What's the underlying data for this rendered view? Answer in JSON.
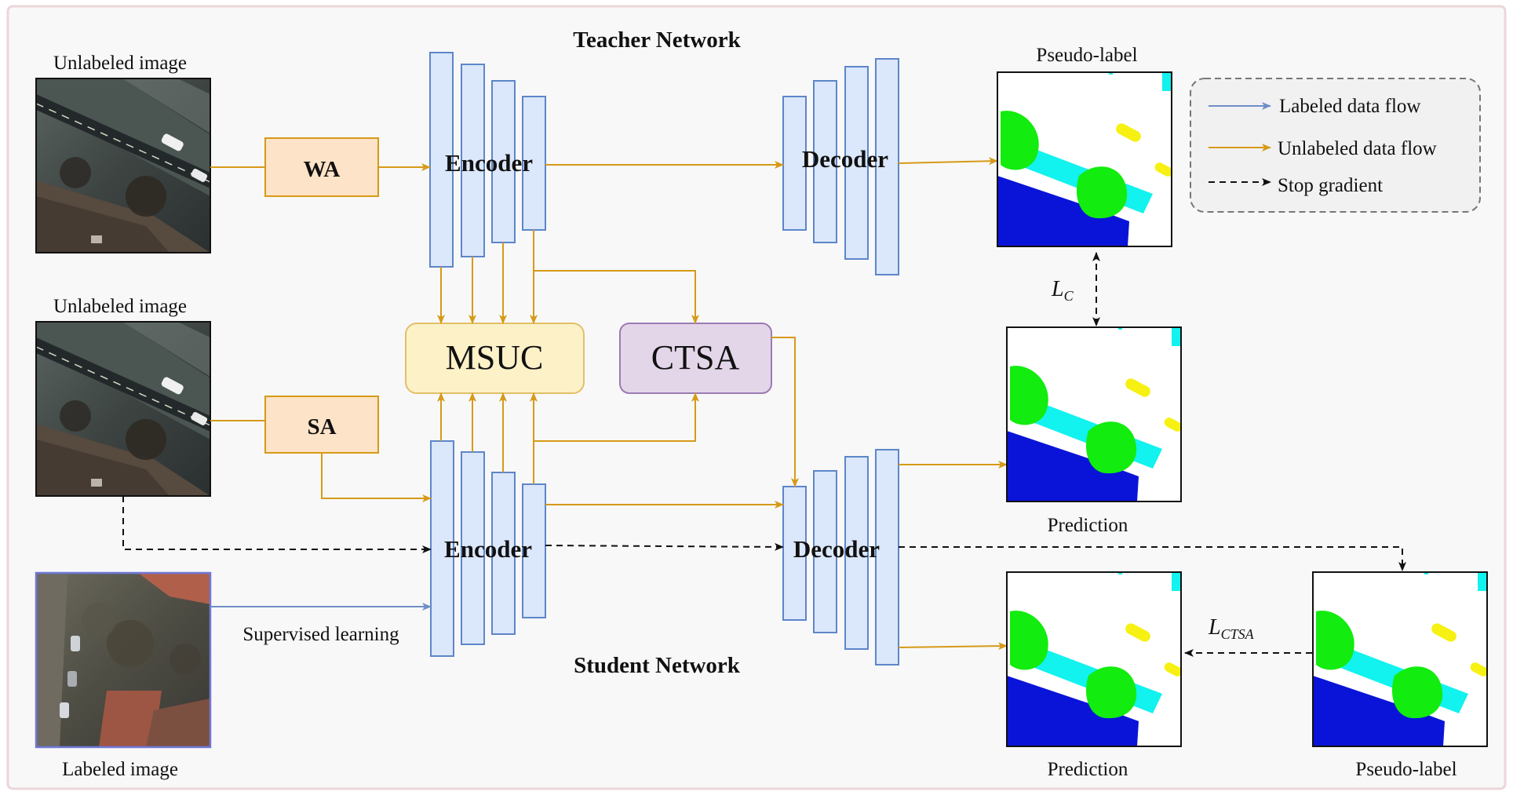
{
  "titles": {
    "teacher": "Teacher  Network",
    "student": "Student  Network"
  },
  "inputs": {
    "unlabeled_1": "Unlabeled image",
    "unlabeled_2": "Unlabeled image",
    "labeled": "Labeled image"
  },
  "augment": {
    "weak": "WA",
    "strong": "SA"
  },
  "modules": {
    "msuc": "MSUC",
    "ctsa": "CTSA"
  },
  "blocks": {
    "teacher_encoder": "Encoder",
    "teacher_decoder": "Decoder",
    "student_encoder": "Encoder",
    "student_decoder": "Decoder"
  },
  "outputs": {
    "pseudo_label_top": "Pseudo-label",
    "prediction_mid": "Prediction",
    "prediction_bottom": "Prediction",
    "pseudo_label_bottom": "Pseudo-label"
  },
  "edge_labels": {
    "supervised": "Supervised learning"
  },
  "losses": {
    "consistency": {
      "base": "L",
      "sub": "C"
    },
    "ctsa": {
      "base": "L",
      "sub": "CTSA"
    }
  },
  "legend": {
    "labeled_flow": "Labeled data flow",
    "unlabeled_flow": "Unlabeled data flow",
    "stop_gradient": "Stop gradient"
  },
  "colors": {
    "labeled_flow": "#7b96c8",
    "unlabeled_flow": "#d69a18",
    "stop_gradient": "#111111",
    "aug_fill": "#fde3c8",
    "aug_stroke": "#d69a18",
    "msuc_fill": "#fdf1c8",
    "ctsa_fill": "#e3d6e9",
    "ctsa_stroke": "#9b7bb3",
    "layer_fill": "#dbe7fa",
    "layer_stroke": "#5d86c9",
    "seg_blue": "#0a14d8",
    "seg_green": "#12ec0e",
    "seg_cyan": "#12f2ee",
    "seg_yellow": "#f6f112"
  }
}
